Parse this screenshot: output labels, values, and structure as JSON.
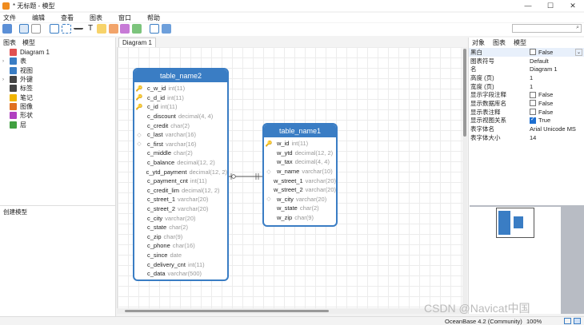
{
  "window": {
    "title": "* 无标题 - 模型",
    "controls": [
      "—",
      "☐",
      "✕"
    ]
  },
  "menu": [
    "文件",
    "编辑",
    "查看",
    "图表",
    "窗口",
    "帮助"
  ],
  "left_panel": {
    "tabs": [
      "图表",
      "模型"
    ],
    "tree": [
      {
        "label": "Diagram 1",
        "icon": "diagram-icon",
        "color": "#e05050",
        "expandable": false
      },
      {
        "label": "表",
        "icon": "table-icon",
        "color": "#3a7dc4",
        "expandable": true
      },
      {
        "label": "视图",
        "icon": "view-icon",
        "color": "#3a7dc4",
        "expandable": false
      },
      {
        "label": "外键",
        "icon": "foreign-key-icon",
        "color": "#444",
        "expandable": true
      },
      {
        "label": "标签",
        "icon": "label-icon",
        "color": "#444",
        "expandable": false
      },
      {
        "label": "笔记",
        "icon": "note-icon",
        "color": "#f0b400",
        "expandable": false
      },
      {
        "label": "图像",
        "icon": "image-icon",
        "color": "#e07020",
        "expandable": false
      },
      {
        "label": "形状",
        "icon": "shape-icon",
        "color": "#b040c0",
        "expandable": false
      },
      {
        "label": "层",
        "icon": "layer-icon",
        "color": "#40a040",
        "expandable": false
      }
    ],
    "bottom_label": "创建模型"
  },
  "diagram_tab": "Diagram 1",
  "entities": [
    {
      "name": "table_name2",
      "fields": [
        {
          "mark": "key",
          "name": "c_w_id",
          "type": "int(11)"
        },
        {
          "mark": "key",
          "name": "c_d_id",
          "type": "int(11)"
        },
        {
          "mark": "key",
          "name": "c_id",
          "type": "int(11)"
        },
        {
          "mark": "",
          "name": "c_discount",
          "type": "decimal(4, 4)"
        },
        {
          "mark": "",
          "name": "c_credit",
          "type": "char(2)"
        },
        {
          "mark": "idx",
          "name": "c_last",
          "type": "varchar(16)"
        },
        {
          "mark": "idx",
          "name": "c_first",
          "type": "varchar(16)"
        },
        {
          "mark": "",
          "name": "c_middle",
          "type": "char(2)"
        },
        {
          "mark": "",
          "name": "c_balance",
          "type": "decimal(12, 2)"
        },
        {
          "mark": "",
          "name": "c_ytd_payment",
          "type": "decimal(12, 2)"
        },
        {
          "mark": "",
          "name": "c_payment_cnt",
          "type": "int(11)"
        },
        {
          "mark": "",
          "name": "c_credit_lim",
          "type": "decimal(12, 2)"
        },
        {
          "mark": "",
          "name": "c_street_1",
          "type": "varchar(20)"
        },
        {
          "mark": "",
          "name": "c_street_2",
          "type": "varchar(20)"
        },
        {
          "mark": "",
          "name": "c_city",
          "type": "varchar(20)"
        },
        {
          "mark": "",
          "name": "c_state",
          "type": "char(2)"
        },
        {
          "mark": "",
          "name": "c_zip",
          "type": "char(9)"
        },
        {
          "mark": "",
          "name": "c_phone",
          "type": "char(16)"
        },
        {
          "mark": "",
          "name": "c_since",
          "type": "date"
        },
        {
          "mark": "",
          "name": "c_delivery_cnt",
          "type": "int(11)"
        },
        {
          "mark": "",
          "name": "c_data",
          "type": "varchar(500)"
        }
      ]
    },
    {
      "name": "table_name1",
      "fields": [
        {
          "mark": "key",
          "name": "w_id",
          "type": "int(11)"
        },
        {
          "mark": "",
          "name": "w_ytd",
          "type": "decimal(12, 2)"
        },
        {
          "mark": "",
          "name": "w_tax",
          "type": "decimal(4, 4)"
        },
        {
          "mark": "idx",
          "name": "w_name",
          "type": "varchar(10)"
        },
        {
          "mark": "",
          "name": "w_street_1",
          "type": "varchar(20)"
        },
        {
          "mark": "",
          "name": "w_street_2",
          "type": "varchar(20)"
        },
        {
          "mark": "idx",
          "name": "w_city",
          "type": "varchar(20)"
        },
        {
          "mark": "",
          "name": "w_state",
          "type": "char(2)"
        },
        {
          "mark": "",
          "name": "w_zip",
          "type": "char(9)"
        }
      ]
    }
  ],
  "right_panel": {
    "tabs": [
      "对象",
      "图表",
      "模型"
    ],
    "properties": [
      {
        "key": "黑白",
        "value": "False",
        "checkbox": false
      },
      {
        "key": "图表符号",
        "value": "Default"
      },
      {
        "key": "名",
        "value": "Diagram 1"
      },
      {
        "key": "高度 (页)",
        "value": "1"
      },
      {
        "key": "宽度 (页)",
        "value": "1"
      },
      {
        "key": "显示字段注释",
        "value": "False",
        "checkbox": false
      },
      {
        "key": "显示数据库名",
        "value": "False",
        "checkbox": false
      },
      {
        "key": "显示表注释",
        "value": "False",
        "checkbox": false
      },
      {
        "key": "显示视图关系",
        "value": "True",
        "checkbox": true
      },
      {
        "key": "表字体名",
        "value": "Arial Unicode MS"
      },
      {
        "key": "表字体大小",
        "value": "14"
      }
    ]
  },
  "status": {
    "database": "OceanBase 4.2 (Community)",
    "zoom": "100%"
  },
  "watermark": "CSDN @Navicat中国",
  "colors": {
    "entity_header": "#3a7dc4",
    "key_icon": "#d8a400",
    "accent": "#1e6fd0"
  }
}
